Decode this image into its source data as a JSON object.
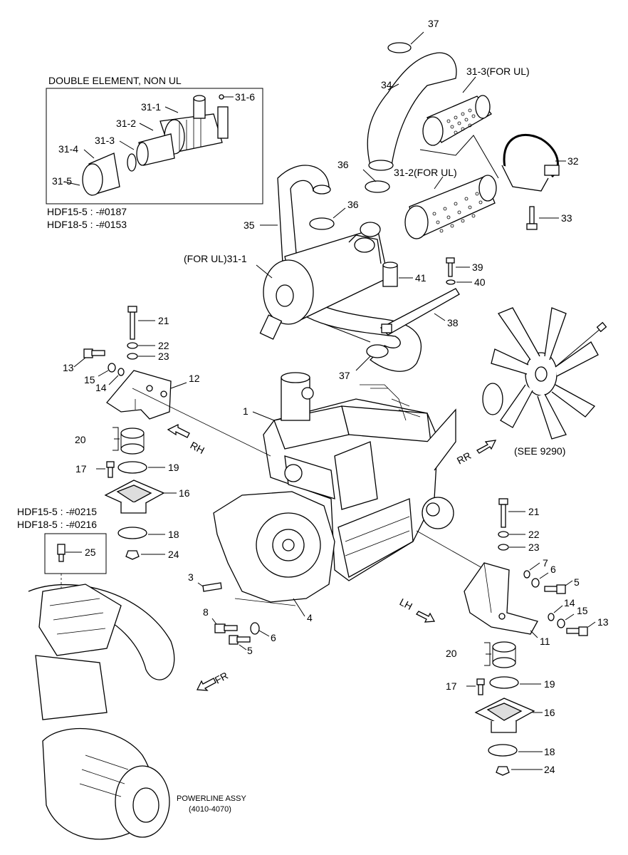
{
  "inset_top": {
    "title": "DOUBLE ELEMENT, NON UL",
    "note1": "HDF15-5 : -#0187",
    "note2": "HDF18-5 : -#0153",
    "labels": {
      "p31_1": "31-1",
      "p31_2": "31-2",
      "p31_3": "31-3",
      "p31_4": "31-4",
      "p31_5": "31-5",
      "p31_6": "31-6"
    }
  },
  "inset_left": {
    "note1": "HDF15-5 : -#0215",
    "note2": "HDF18-5 : -#0216",
    "label": "25"
  },
  "callouts": {
    "c37_top": "37",
    "c34": "34",
    "c31_3ul": "31-3(FOR UL)",
    "c32": "32",
    "c36_a": "36",
    "c36_b": "36",
    "c31_2ul": "31-2(FOR UL)",
    "c33": "33",
    "c35": "35",
    "c31_1ul": "(FOR UL)31-1",
    "c39": "39",
    "c40": "40",
    "c41": "41",
    "c38": "38",
    "c37_mid": "37",
    "c21_l": "21",
    "c22_l": "22",
    "c23_l": "23",
    "c13_l": "13",
    "c15_l": "15",
    "c14_l": "14",
    "c12": "12",
    "c1": "1",
    "c20_l": "20",
    "c17_l": "17",
    "c19_l": "19",
    "c16_l": "16",
    "c18_l": "18",
    "c24_l": "24",
    "c3": "3",
    "c8": "8",
    "c5_b": "5",
    "c6_b": "6",
    "c4": "4",
    "c21_r": "21",
    "c22_r": "22",
    "c23_r": "23",
    "c7": "7",
    "c6_r": "6",
    "c5_r": "5",
    "c14_r": "14",
    "c15_r": "15",
    "c13_r": "13",
    "c11": "11",
    "c20_r": "20",
    "c17_r": "17",
    "c19_r": "19",
    "c16_r": "16",
    "c18_r": "18",
    "c24_r": "24"
  },
  "directions": {
    "rh": "RH",
    "rr": "RR",
    "lh": "LH",
    "fr": "FR"
  },
  "notes": {
    "see": "(SEE 9290)",
    "powerline": "POWERLINE ASSY",
    "powerline_range": "(4010-4070)"
  }
}
